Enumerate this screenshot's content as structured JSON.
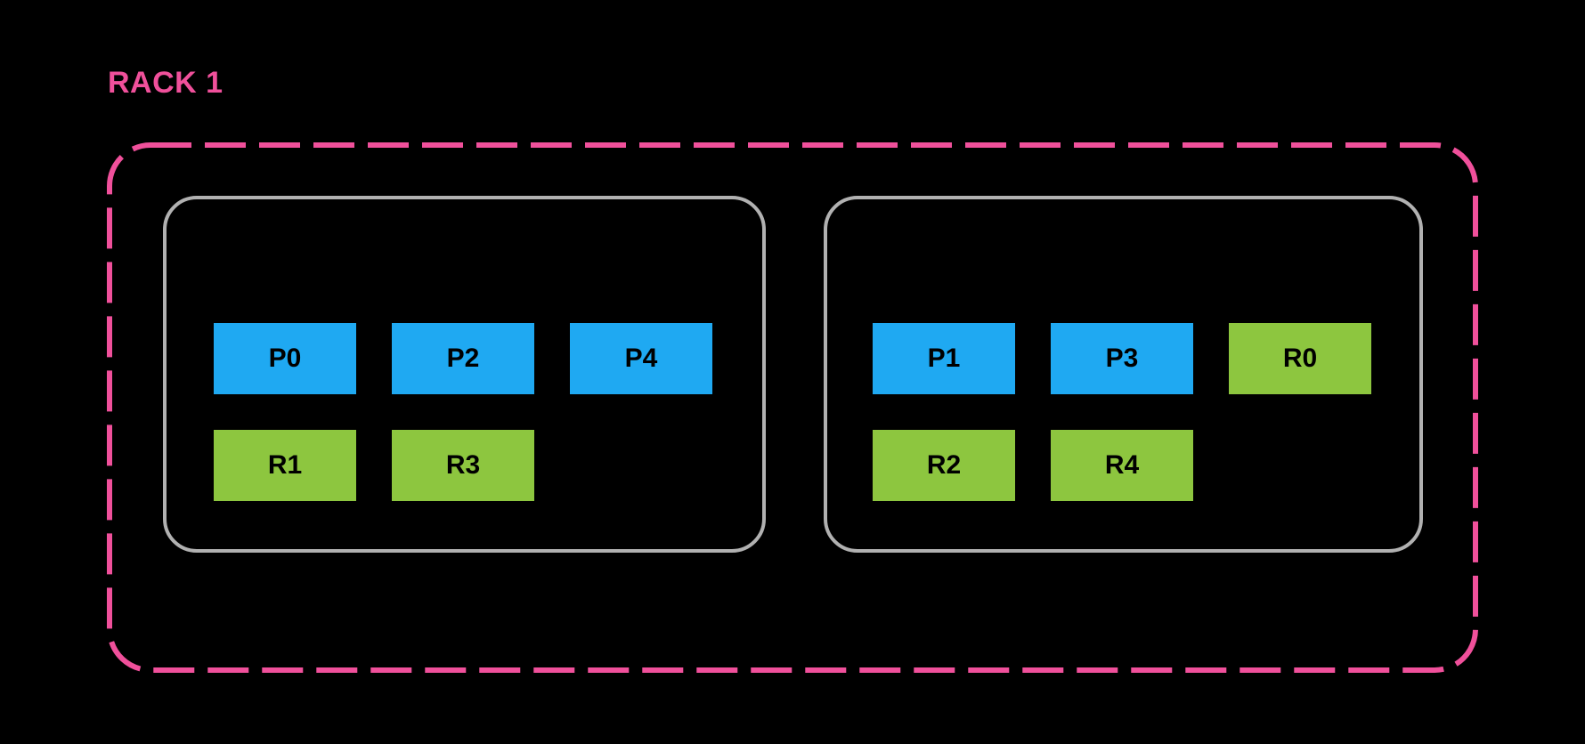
{
  "colors": {
    "background": "#000000",
    "rack_pink": "#F0509B",
    "node_border": "#B1B1B1",
    "primary_blue": "#1FA9F2",
    "replica_green": "#8DC63F",
    "slot_text": "#000000"
  },
  "rack": {
    "label": "RACK 1",
    "nodes": [
      {
        "slots": [
          {
            "label": "P0",
            "role": "primary"
          },
          {
            "label": "P2",
            "role": "primary"
          },
          {
            "label": "P4",
            "role": "primary"
          },
          {
            "label": "R1",
            "role": "replica"
          },
          {
            "label": "R3",
            "role": "replica"
          }
        ]
      },
      {
        "slots": [
          {
            "label": "P1",
            "role": "primary"
          },
          {
            "label": "P3",
            "role": "primary"
          },
          {
            "label": "R0",
            "role": "replica"
          },
          {
            "label": "R2",
            "role": "replica"
          },
          {
            "label": "R4",
            "role": "replica"
          }
        ]
      }
    ]
  }
}
